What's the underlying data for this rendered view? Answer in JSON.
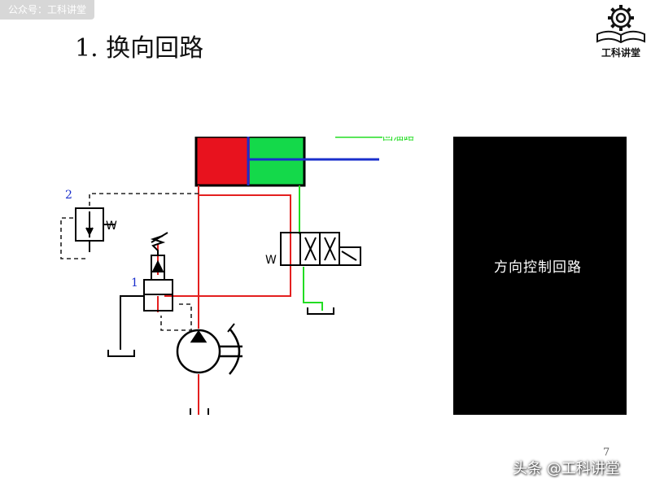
{
  "watermark": {
    "text": "公众号：工科讲堂"
  },
  "slide": {
    "title": "1. 换向回路",
    "number": "7"
  },
  "logo": {
    "text": "工科讲堂",
    "icon": "gear-book-icon"
  },
  "diagram": {
    "label_2": "2",
    "label_1": "1",
    "spring_symbol": "W",
    "truncated_label": "回油路",
    "colors": {
      "pressure_line": "#e41f1f",
      "return_line": "#22dd22",
      "rod_line": "#1a2fcc",
      "pilot_line": "#000000"
    }
  },
  "video_panel": {
    "caption": "方向控制回路"
  },
  "credit": {
    "text": "头条 @工科讲堂"
  }
}
